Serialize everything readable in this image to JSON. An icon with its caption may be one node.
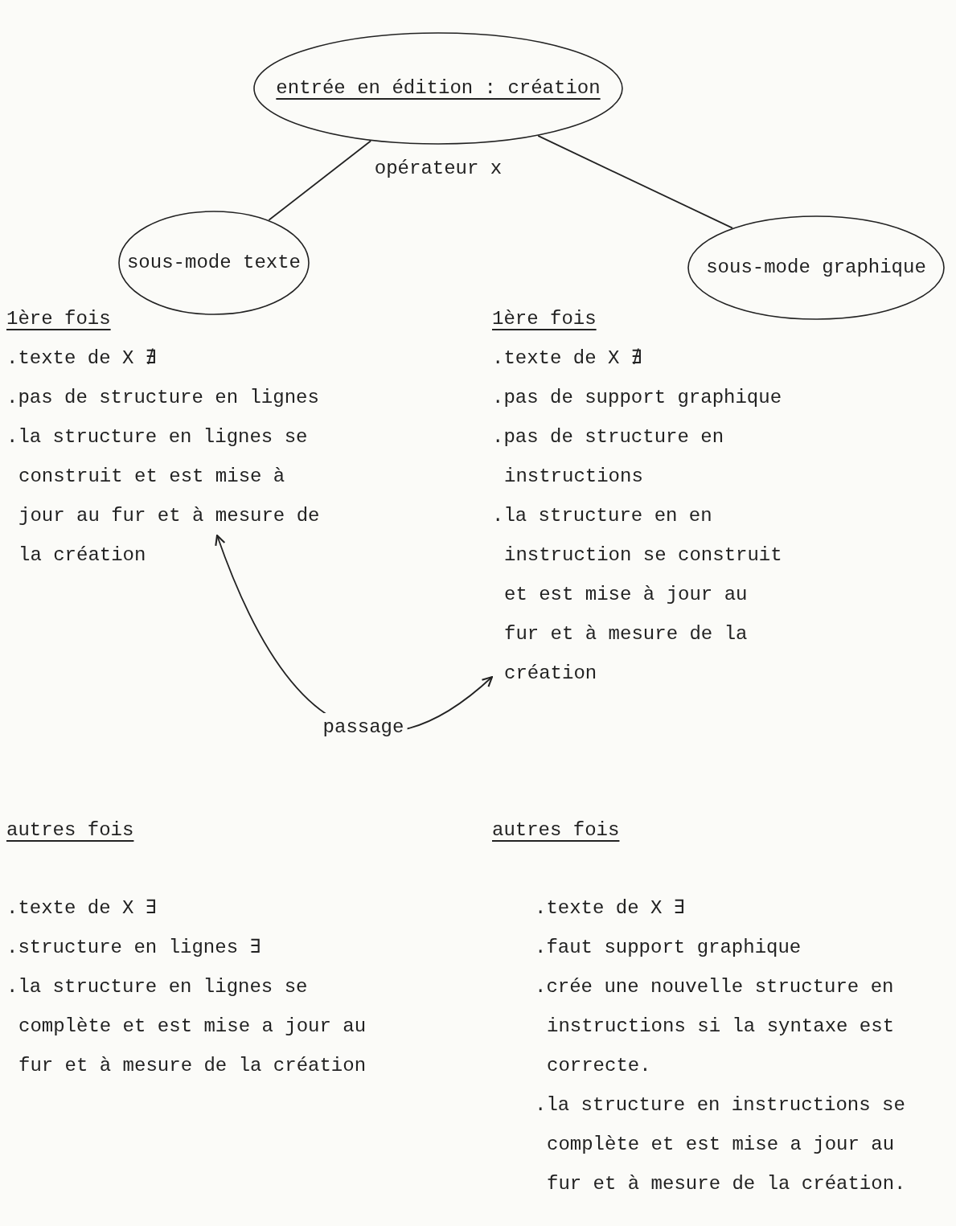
{
  "diagram": {
    "nodes": [
      {
        "text": [
          "entrée en édition : création"
        ],
        "beside": [
          "opérateur x"
        ]
      },
      {
        "text": [
          "sous-mode texte"
        ]
      },
      {
        "text": [
          "sous-mode graphique"
        ]
      },
      {
        "text": [
          "1ère fois",
          ".texte de X ∄",
          ".pas de structure en lignes",
          ".la structure en lignes se construit et est mise à jour au fur et à mesure de la création"
        ]
      },
      {
        "text": [
          "1ère fois",
          ".texte de X ∄",
          ".pas de support graphique",
          ".pas de structure en instructions",
          ".la structure en en instruction se construit et est mise à jour au fur et à mesure de la création"
        ]
      }
    ],
    "edges": [
      {
        "from": 0,
        "to": 1,
        "arrow": "none"
      },
      {
        "from": 0,
        "to": 2,
        "arrow": "none"
      },
      {
        "from": 3,
        "to": 4,
        "arrow": "both",
        "label": "passage"
      }
    ],
    "labels": [
      "autres fois",
      ".texte de X ∃",
      ".structure en lignes ∃",
      ".la structure en lignes se complète et est mise a jour au fur et à mesure de la création",
      "autres fois",
      ".texte de X ∃",
      ".faut support graphique",
      ".crée une nouvelle structure en instructions si la syntaxe est correcte.",
      ".la structure en instructions se complète et est mise a jour au fur et à mesure de la création."
    ]
  }
}
